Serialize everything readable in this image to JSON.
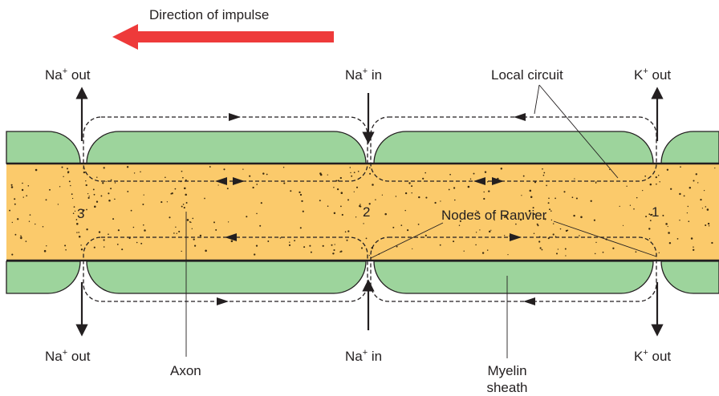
{
  "title": "Direction of impulse",
  "labels": {
    "na_out_top": {
      "a": "Na",
      "sup": "+",
      "b": " out"
    },
    "na_in_top": {
      "a": "Na",
      "sup": "+",
      "b": " in"
    },
    "k_out_top": {
      "a": "K",
      "sup": "+",
      "b": " out"
    },
    "na_out_bottom": {
      "a": "Na",
      "sup": "+",
      "b": " out"
    },
    "na_in_bottom": {
      "a": "Na",
      "sup": "+",
      "b": " in"
    },
    "k_out_bottom": {
      "a": "K",
      "sup": "+",
      "b": " out"
    },
    "local_circuit": "Local circuit",
    "nodes_of_ranvier": "Nodes of Ranvier",
    "axon": "Axon",
    "myelin_line1": "Myelin",
    "myelin_line2": "sheath"
  },
  "node_numbers": {
    "n3": "3",
    "n2": "2",
    "n1": "1"
  },
  "colors": {
    "impulse_arrow": "#ee3a3a",
    "axon_fill": "#fbca6b",
    "myelin_fill": "#9dd49c",
    "outline": "#231f20"
  }
}
